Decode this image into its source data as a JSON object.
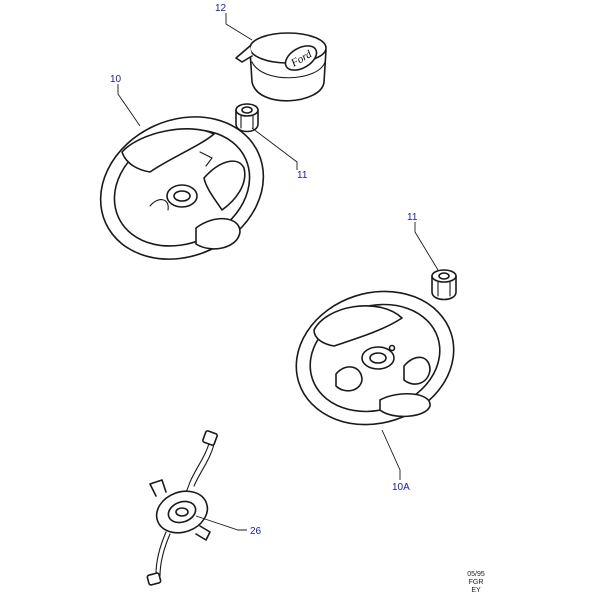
{
  "colors": {
    "callout": "#1a1aa8",
    "linework": "#1a1a1a",
    "background": "#ffffff"
  },
  "callouts": {
    "part_12": "12",
    "part_10": "10",
    "part_11_upper": "11",
    "part_11_lower": "11",
    "part_10A": "10A",
    "part_26": "26"
  },
  "logo": {
    "text": "Ford"
  },
  "date_stamp": {
    "line1": "05/95",
    "line2": "FGR",
    "line3": "EY"
  }
}
